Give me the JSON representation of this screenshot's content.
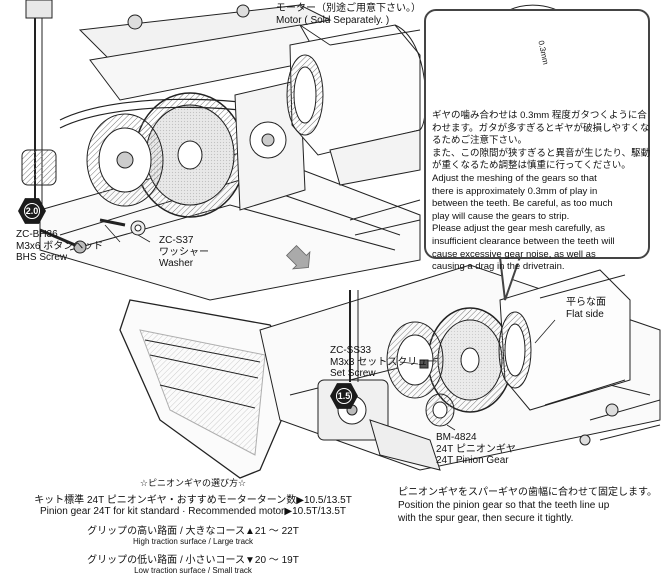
{
  "labels": {
    "motor": {
      "jp": "モーター（別途ご用意下さい。）",
      "en": "Motor ( Sold Separately. )"
    },
    "bh36": {
      "code": "ZC-BH36",
      "jp": "M3x6 ボタンヘッド",
      "en": "BHS Screw"
    },
    "s37": {
      "code": "ZC-S37",
      "jp": "ワッシャー",
      "en": "Washer"
    },
    "ss33": {
      "code": "ZC-SS33",
      "jp": "M3x3 セットスクリュー",
      "en": "Set Screw"
    },
    "bm4824": {
      "code": "BM-4824",
      "jp": "24T ピニオンギヤ",
      "en": "24T Pinion Gear"
    },
    "flat": {
      "jp": "平らな面",
      "en": "Flat side"
    },
    "gauge": "0.3mm"
  },
  "badges": {
    "hex20": "2.0",
    "hex15": "1.5"
  },
  "callout": {
    "lines": [
      "ギヤの噛み合わせは 0.3mm 程度ガタつくように合",
      "わせます。ガタが多すぎるとギヤが破損しやすくな",
      "るためご注意下さい。",
      "また、この隙間が狭すぎると異音が生じたり、駆動",
      "が重くなるため調整は慎重に行ってください。",
      "Adjust the meshing of the gears so that",
      "there is approximately 0.3mm of play in",
      "between the teeth. Be careful, as too much",
      "play will cause the gears to strip.",
      "Please adjust the gear mesh carefully, as",
      "insufficient clearance between the teeth will",
      "cause excessive gear noise, as well as",
      "causing a drag in the drivetrain."
    ]
  },
  "guide": {
    "title": "☆ピニオンギヤの選び方☆",
    "kit_jp": "キット標準 24T ピニオンギヤ・おすすめモーターターン数▶10.5/13.5T",
    "kit_en": "Pinion gear 24T for kit standard · Recommended motor▶10.5T/13.5T",
    "high_jp": "グリップの高い路面 / 大きなコース▲21 ～ 22T",
    "high_en": "High traction surface / Large track",
    "low_jp": "グリップの低い路面 / 小さいコース▼20 ～ 19T",
    "low_en": "Low traction surface / Small track"
  },
  "footer": {
    "jp": "ピニオンギヤをスパーギヤの歯幅に合わせて固定します。",
    "en1": "Position the pinion gear so that the teeth line up",
    "en2": "with the spur gear, then secure it tightly."
  }
}
